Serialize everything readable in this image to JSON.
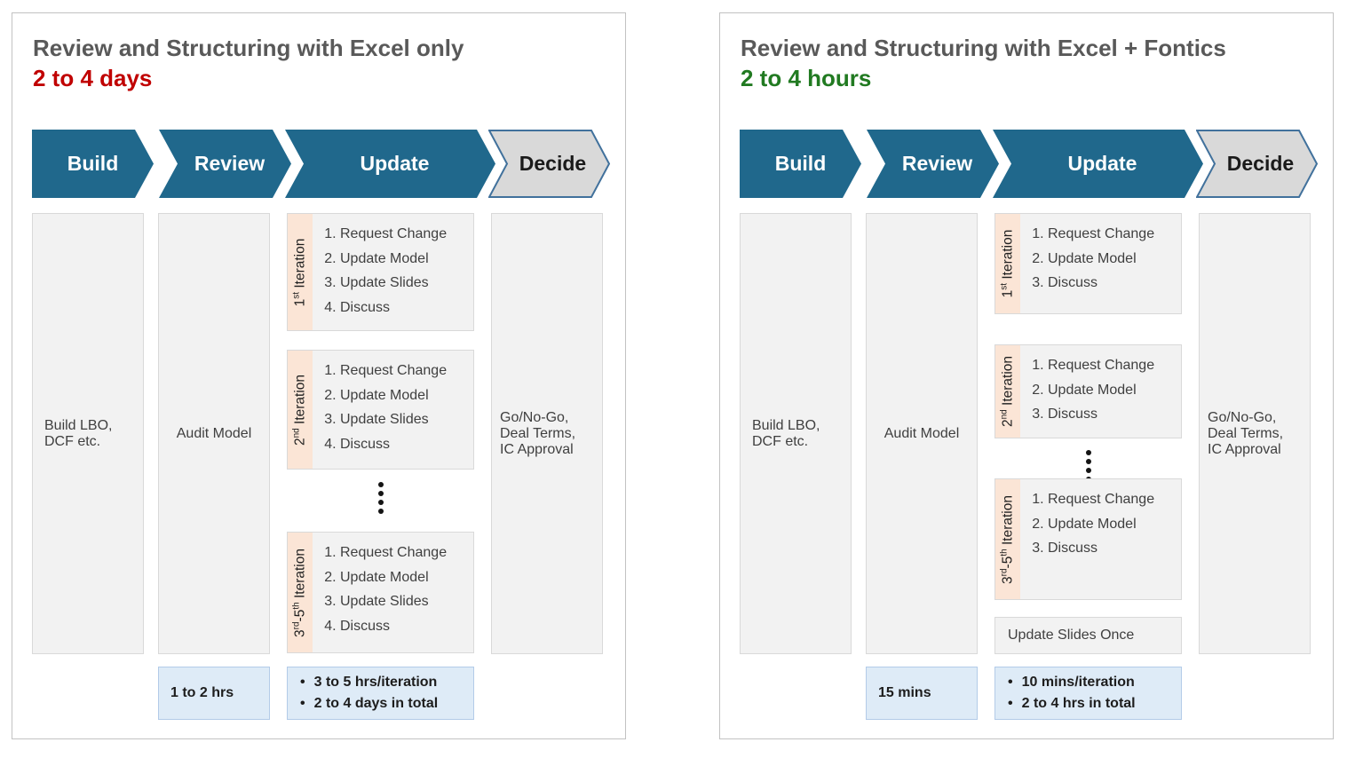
{
  "stages": [
    "Build",
    "Review",
    "Update",
    "Decide"
  ],
  "colors": {
    "stage_arrow": "#20688C",
    "decide_fill": "#D9D9D9",
    "decide_border": "#41719C",
    "duration_red": "#C00000",
    "duration_green": "#217A21",
    "iteration_strip": "#FBE5D6",
    "activity_box": "#F2F2F2",
    "time_box_fill": "#DEEBF7",
    "title_gray": "#595959"
  },
  "panels": [
    {
      "title": "Review and Structuring with Excel only",
      "duration": "2 to 4 days",
      "build_activity": "Build LBO,\nDCF etc.",
      "review_activity": "Audit Model",
      "decide_activity": "Go/No-Go,\nDeal Terms,\nIC Approval",
      "iterations": [
        {
          "ordinal": "1",
          "suffix": "st",
          "label": " Iteration",
          "steps": [
            "Request Change",
            "Update Model",
            "Update Slides",
            "Discuss"
          ]
        },
        {
          "ordinal": "2",
          "suffix": "nd",
          "label": " Iteration",
          "steps": [
            "Request Change",
            "Update Model",
            "Update Slides",
            "Discuss"
          ]
        },
        {
          "ordinal": "3",
          "suffix": "rd",
          "range": "-5",
          "range_suffix": "th",
          "label": " Iteration",
          "steps": [
            "Request Change",
            "Update Model",
            "Update Slides",
            "Discuss"
          ]
        }
      ],
      "review_time": "1 to 2 hrs",
      "update_time_items": [
        "3 to 5 hrs/iteration",
        "2 to 4 days in total"
      ]
    },
    {
      "title": "Review and Structuring with Excel + Fontics",
      "duration": "2 to 4 hours",
      "build_activity": "Build LBO,\nDCF etc.",
      "review_activity": "Audit Model",
      "decide_activity": "Go/No-Go,\nDeal Terms,\nIC Approval",
      "iterations": [
        {
          "ordinal": "1",
          "suffix": "st",
          "label": " Iteration",
          "steps": [
            "Request Change",
            "Update Model",
            "Discuss"
          ]
        },
        {
          "ordinal": "2",
          "suffix": "nd",
          "label": " Iteration",
          "steps": [
            "Request Change",
            "Update Model",
            "Discuss"
          ]
        },
        {
          "ordinal": "3",
          "suffix": "rd",
          "range": "-5",
          "range_suffix": "th",
          "label": " Iteration",
          "steps": [
            "Request Change",
            "Update Model",
            "Discuss"
          ]
        }
      ],
      "update_slides_note": "Update Slides Once",
      "review_time": "15 mins",
      "update_time_items": [
        "10 mins/iteration",
        "2 to 4 hrs in total"
      ]
    }
  ]
}
